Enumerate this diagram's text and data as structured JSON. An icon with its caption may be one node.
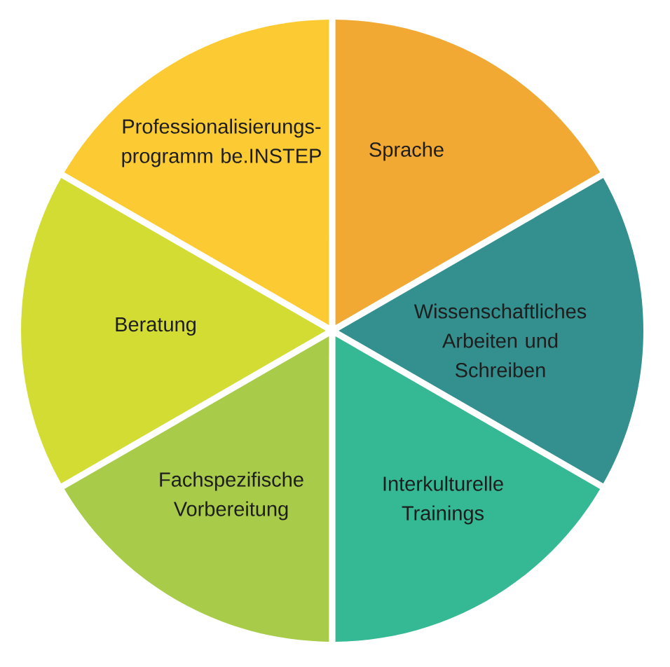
{
  "diagram": {
    "nodes": [
      {
        "text": [
          "Professionalisierungs- programm be.INSTEP"
        ]
      },
      {
        "text": [
          "Sprache"
        ]
      },
      {
        "text": [
          "Wissenschaftliches Arbeiten und Schreiben"
        ]
      },
      {
        "text": [
          "Interkulturelle Trainings"
        ]
      },
      {
        "text": [
          "Fachspezifische Vorbereitung"
        ]
      },
      {
        "text": [
          "Beratung"
        ]
      }
    ]
  }
}
